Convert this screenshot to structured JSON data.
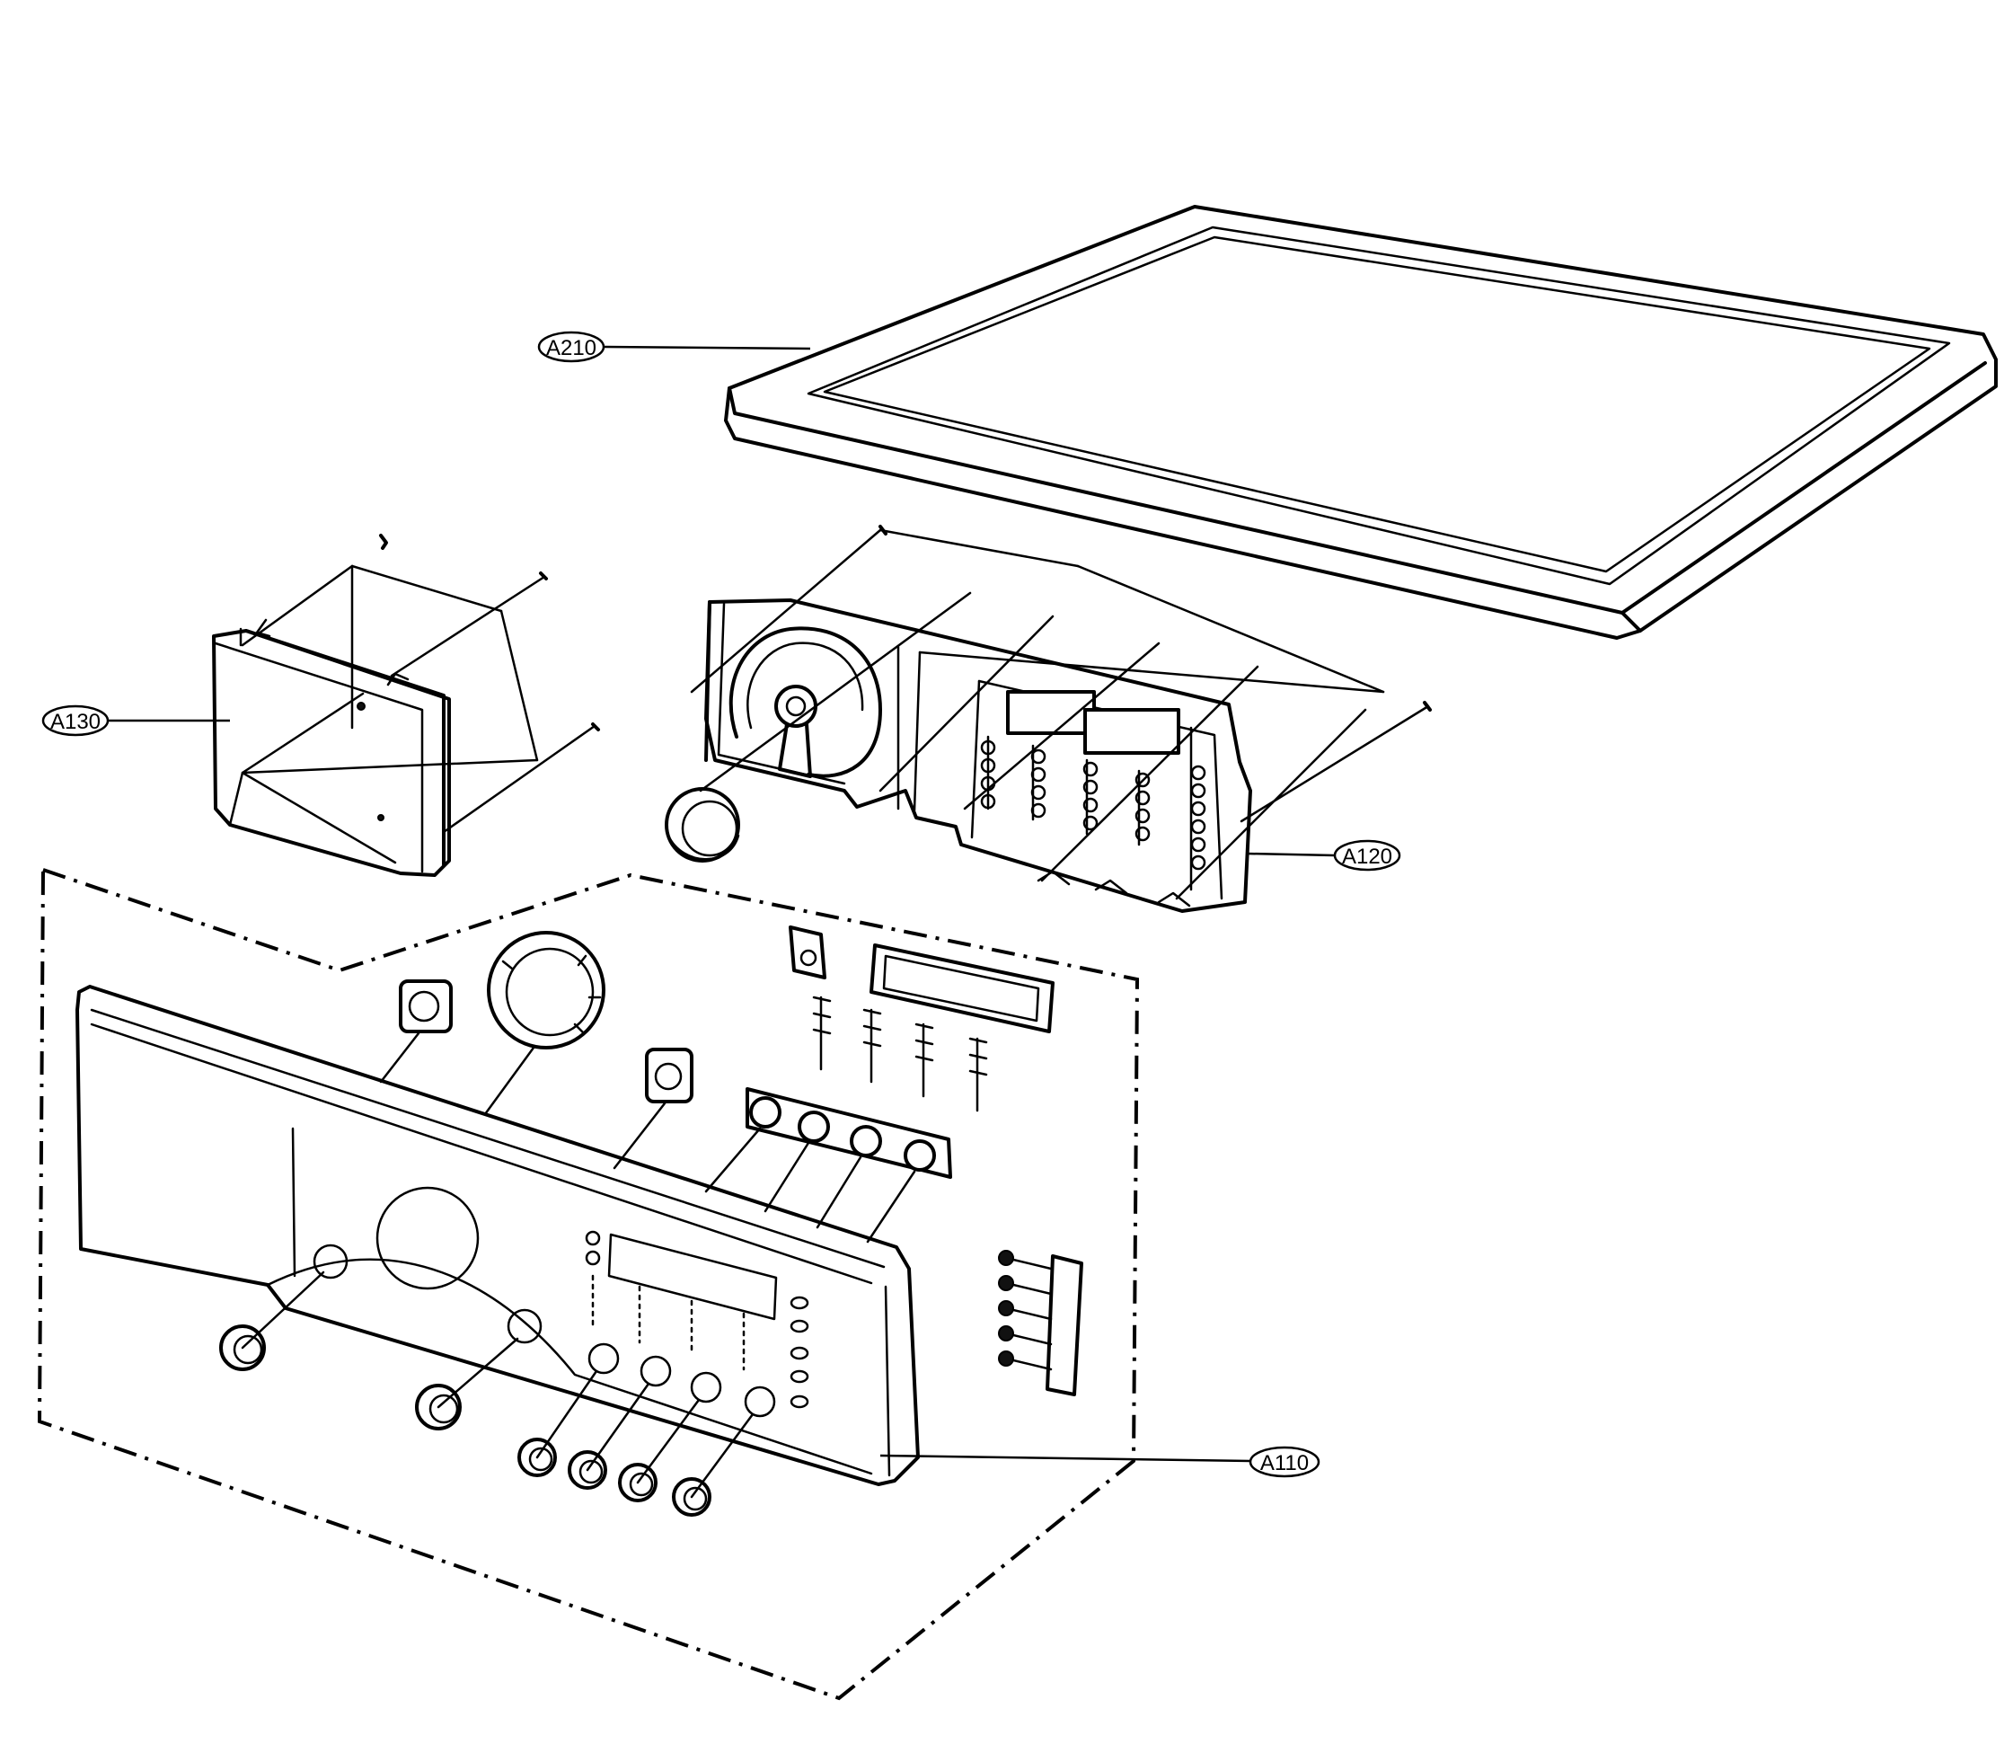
{
  "callouts": {
    "a210": "A210",
    "a130": "A130",
    "a120": "A120",
    "a110": "A110"
  }
}
